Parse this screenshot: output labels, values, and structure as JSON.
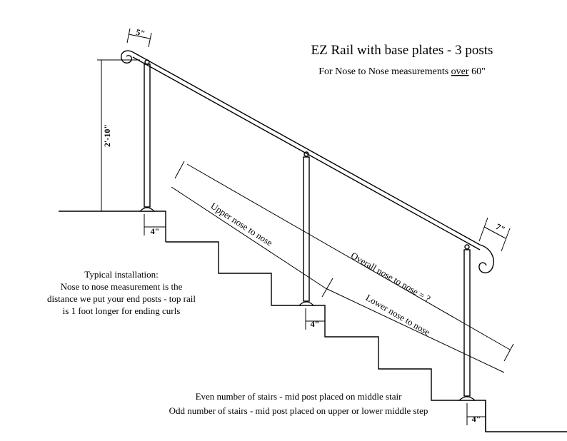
{
  "title": "EZ Rail with base plates - 3 posts",
  "subtitle": {
    "before": "For Nose to Nose measurements ",
    "emphasis": "over",
    "after": " 60\""
  },
  "dimensions": {
    "curl_top": "5\"",
    "curl_bottom": "7\"",
    "height": "2'-10\"",
    "offset_top": "4\"",
    "offset_middle": "4\"",
    "offset_bottom": "4\""
  },
  "labels": {
    "upper": "Upper nose to nose",
    "overall": "Overall nose to nose = ?",
    "lower": "Lower nose to nose"
  },
  "notes": {
    "typical": [
      "Typical installation:",
      "Nose to nose measurement is the",
      "distance we put your end posts - top rail",
      "is 1 foot longer for ending curls"
    ],
    "stairs": [
      "Even number of stairs - mid post placed on middle stair",
      "Odd number of stairs - mid post placed on upper or lower middle step"
    ]
  }
}
